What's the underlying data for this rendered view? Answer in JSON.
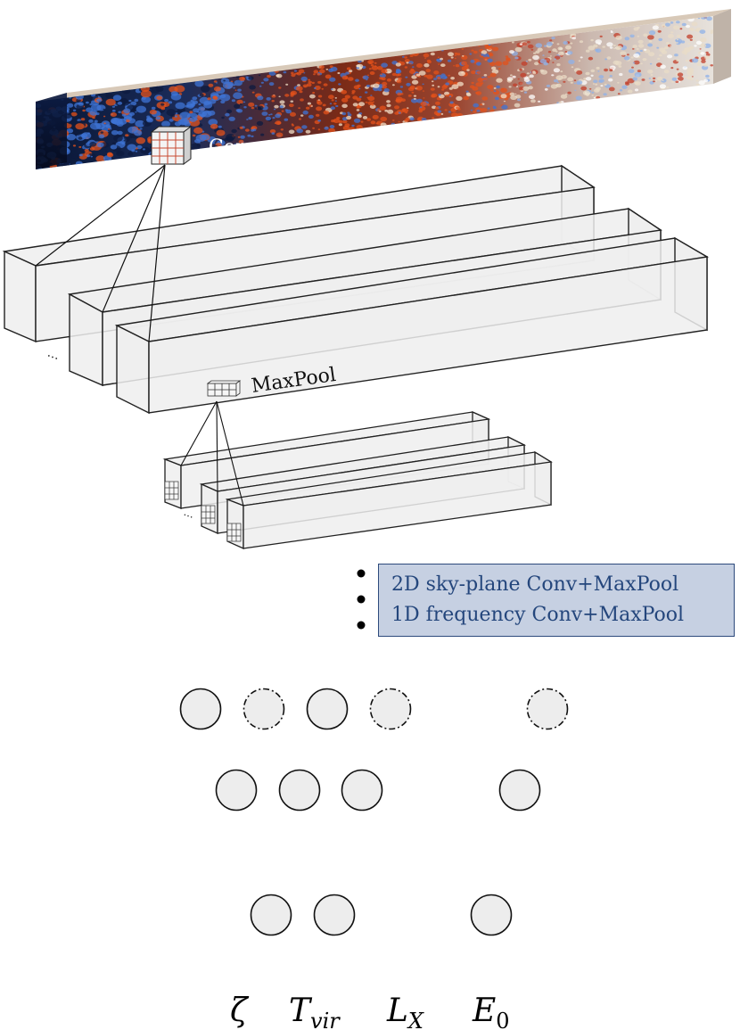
{
  "diagram": {
    "labels": {
      "conv": "Conv",
      "maxpool": "MaxPool"
    },
    "legend": {
      "line1": "2D sky-plane Conv+MaxPool",
      "line2": "1D frequency Conv+MaxPool"
    },
    "layers": [
      {
        "name": "input-lightcone",
        "node_count": 0
      },
      {
        "name": "dense-layer-1",
        "nodes": [
          "solid",
          "dropout",
          "solid",
          "dropout",
          "dropout"
        ]
      },
      {
        "name": "dense-layer-2",
        "nodes": [
          "solid",
          "solid",
          "solid",
          "solid"
        ]
      },
      {
        "name": "output-layer",
        "nodes": [
          "solid",
          "solid",
          "solid"
        ]
      }
    ],
    "output_parameters": [
      {
        "symbol": "ζ",
        "sub": ""
      },
      {
        "symbol": "T",
        "sub": "vir"
      },
      {
        "symbol": "L",
        "sub": "X"
      },
      {
        "symbol": "E",
        "sub": "0"
      }
    ],
    "colors": {
      "box_fill": "#efefef",
      "node_fill": "#ededed",
      "legend_fill": "#c6d0e2",
      "legend_text": "#24467c",
      "lightcone_dark": "#0b1a3a",
      "lightcone_blue": "#3f74d6",
      "lightcone_orange": "#e4521b",
      "lightcone_light": "#e9dcc7"
    }
  }
}
